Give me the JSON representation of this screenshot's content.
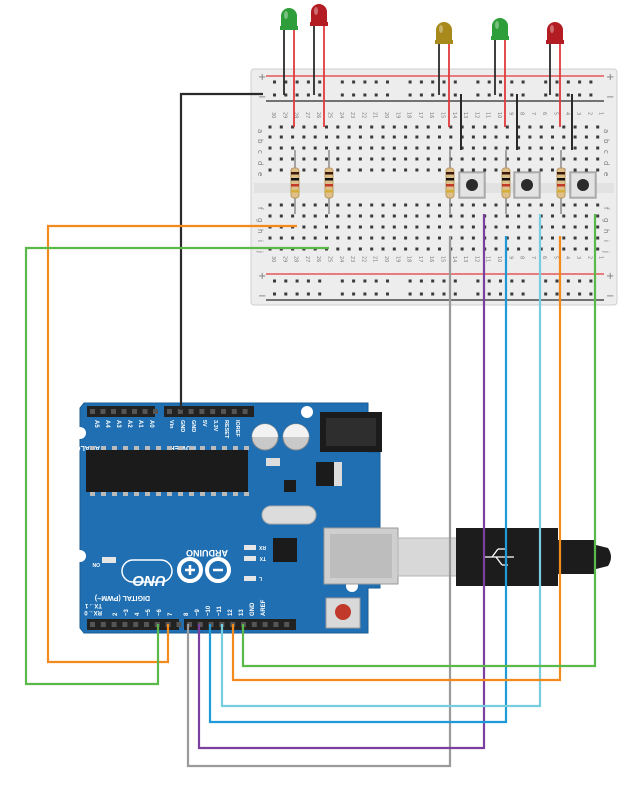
{
  "colors": {
    "wire_black": "#2a2a2a",
    "wire_red": "#e23a3a",
    "wire_orange": "#f28a1c",
    "wire_green": "#5bb84a",
    "wire_purple": "#7b3fa0",
    "wire_blue": "#1f9ad6",
    "wire_lightblue": "#77cde0",
    "wire_gray": "#9a9a9a",
    "board_blue": "#1f6fb2",
    "breadboard": "#eeeeee",
    "led_green": "#2e9e3a",
    "led_red": "#b21c22",
    "led_yellow": "#a8891c"
  },
  "breadboard": {
    "rail_plus": "+",
    "rail_minus": "−",
    "row_letters_top": [
      "a",
      "b",
      "c",
      "d",
      "e"
    ],
    "row_letters_bottom": [
      "f",
      "g",
      "h",
      "i",
      "j"
    ],
    "column_numbers": [
      "30",
      "29",
      "28",
      "27",
      "26",
      "25",
      "24",
      "23",
      "22",
      "21",
      "20",
      "19",
      "18",
      "17",
      "16",
      "15",
      "14",
      "13",
      "12",
      "11",
      "10",
      "9",
      "8",
      "7",
      "6",
      "5",
      "4",
      "3",
      "2",
      "1"
    ]
  },
  "leds": [
    {
      "color_name": "green"
    },
    {
      "color_name": "red"
    },
    {
      "color_name": "yellow"
    },
    {
      "color_name": "green"
    },
    {
      "color_name": "red"
    }
  ],
  "arduino": {
    "analog_in_label": "ANALOG IN",
    "analog_pins": [
      "A0",
      "A1",
      "A2",
      "A3",
      "A4",
      "A5"
    ],
    "power_label": "POWER",
    "power_pins": [
      "IOREF",
      "RESET",
      "3.3V",
      "5V",
      "GND",
      "GND",
      "Vin"
    ],
    "uno_label": "UNO",
    "brand_label": "ARDUINO",
    "on_label": "ON",
    "rx_label": "RX",
    "tx_label": "TX",
    "l_label": "L",
    "digital_label": "DIGITAL (PWM~)",
    "tx_pin_label": "TX→1",
    "rx_pin_label": "RX←0",
    "digital_pins": [
      "7",
      "~6",
      "~5",
      "4",
      "~3",
      "2",
      "8",
      "~9",
      "~10",
      "~11",
      "12",
      "13",
      "GND",
      "AREF"
    ]
  }
}
